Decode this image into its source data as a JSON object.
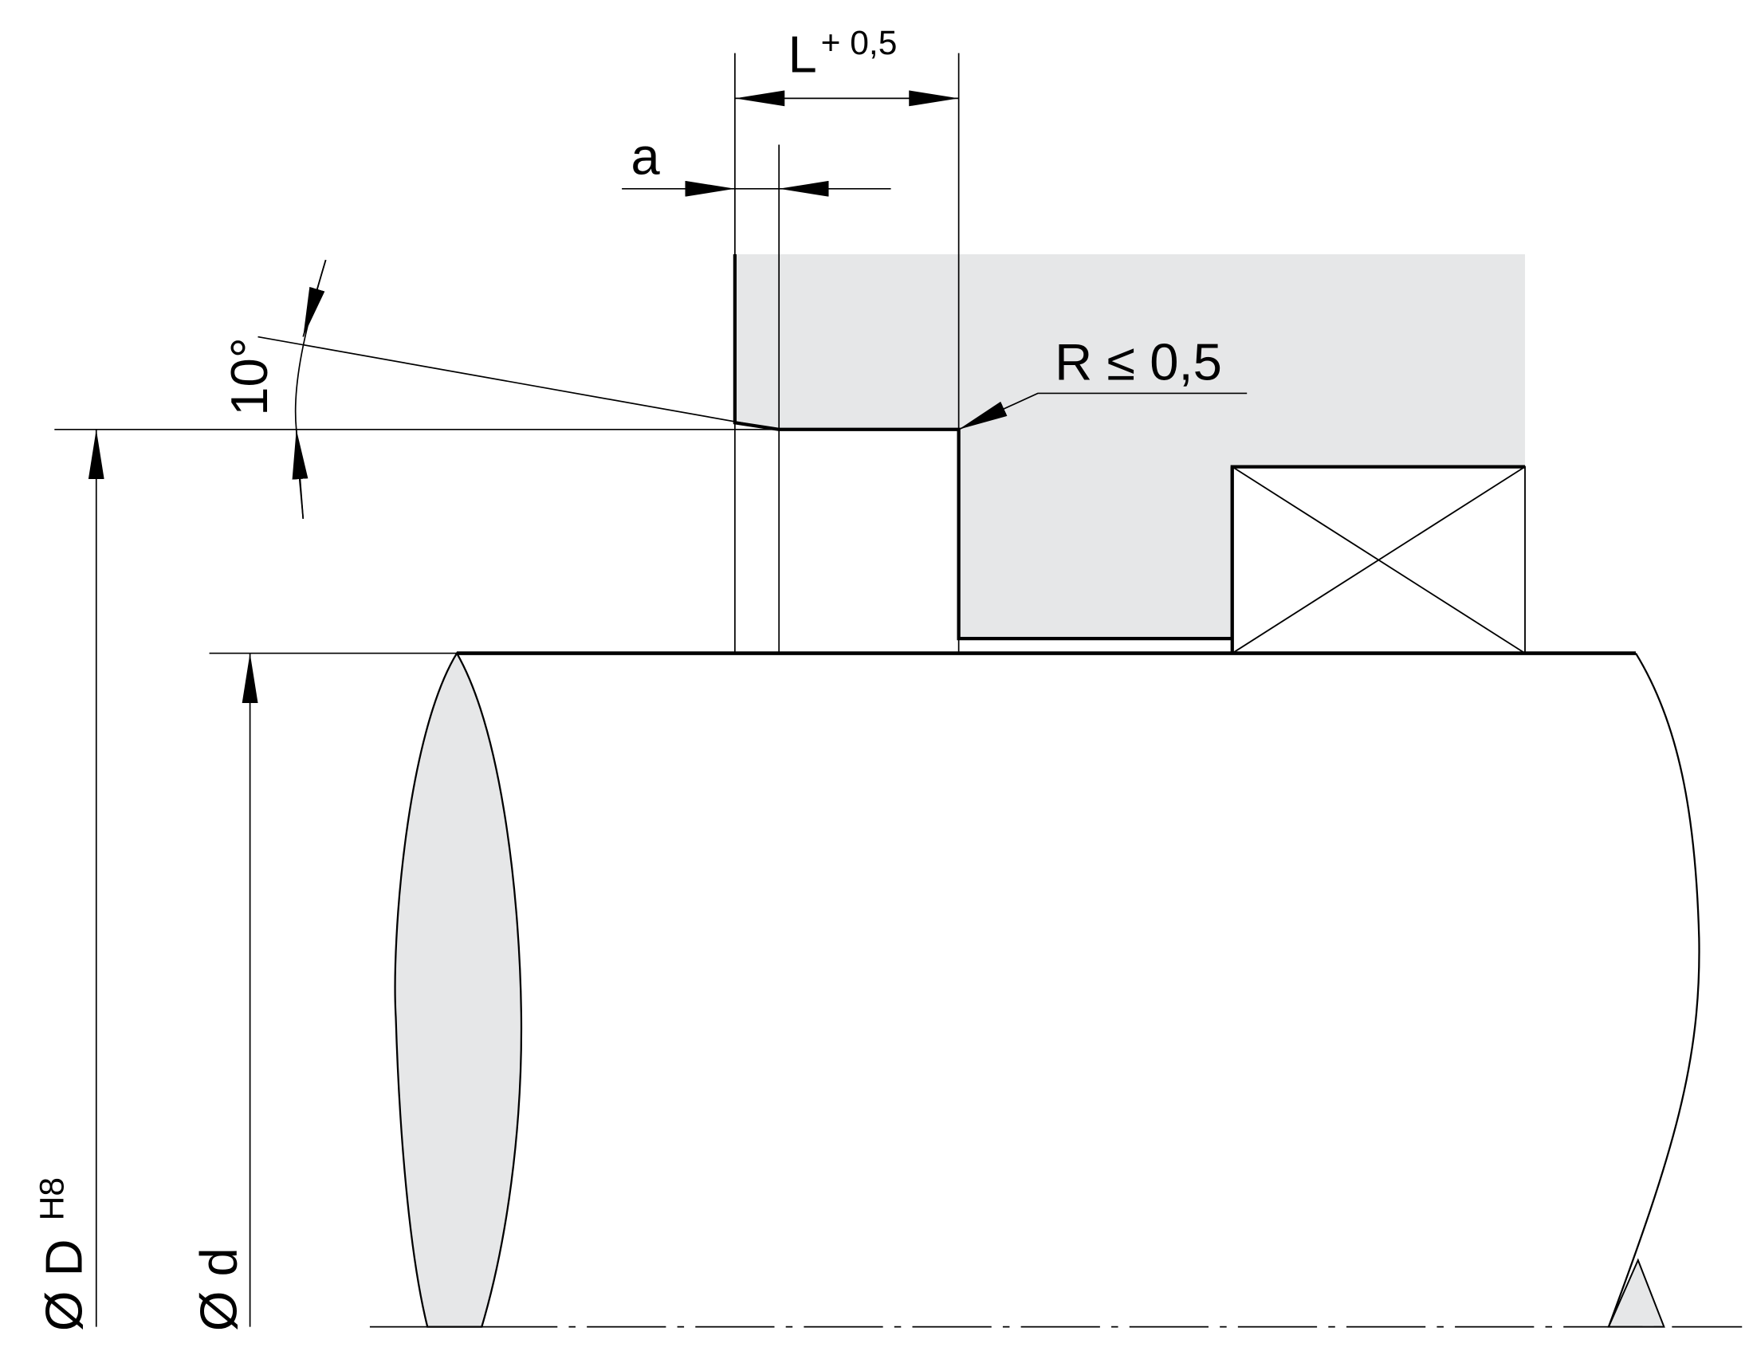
{
  "labels": {
    "L": "L",
    "L_tolerance": "+ 0,5",
    "a": "a",
    "angle": "10°",
    "radius": "R ≤ 0,5",
    "D_symbol": "Ø D",
    "D_tolerance": "H8",
    "d_symbol": "Ø d"
  },
  "colors": {
    "line": "#000000",
    "fill": "#e6e7e8",
    "background": "#ffffff"
  }
}
